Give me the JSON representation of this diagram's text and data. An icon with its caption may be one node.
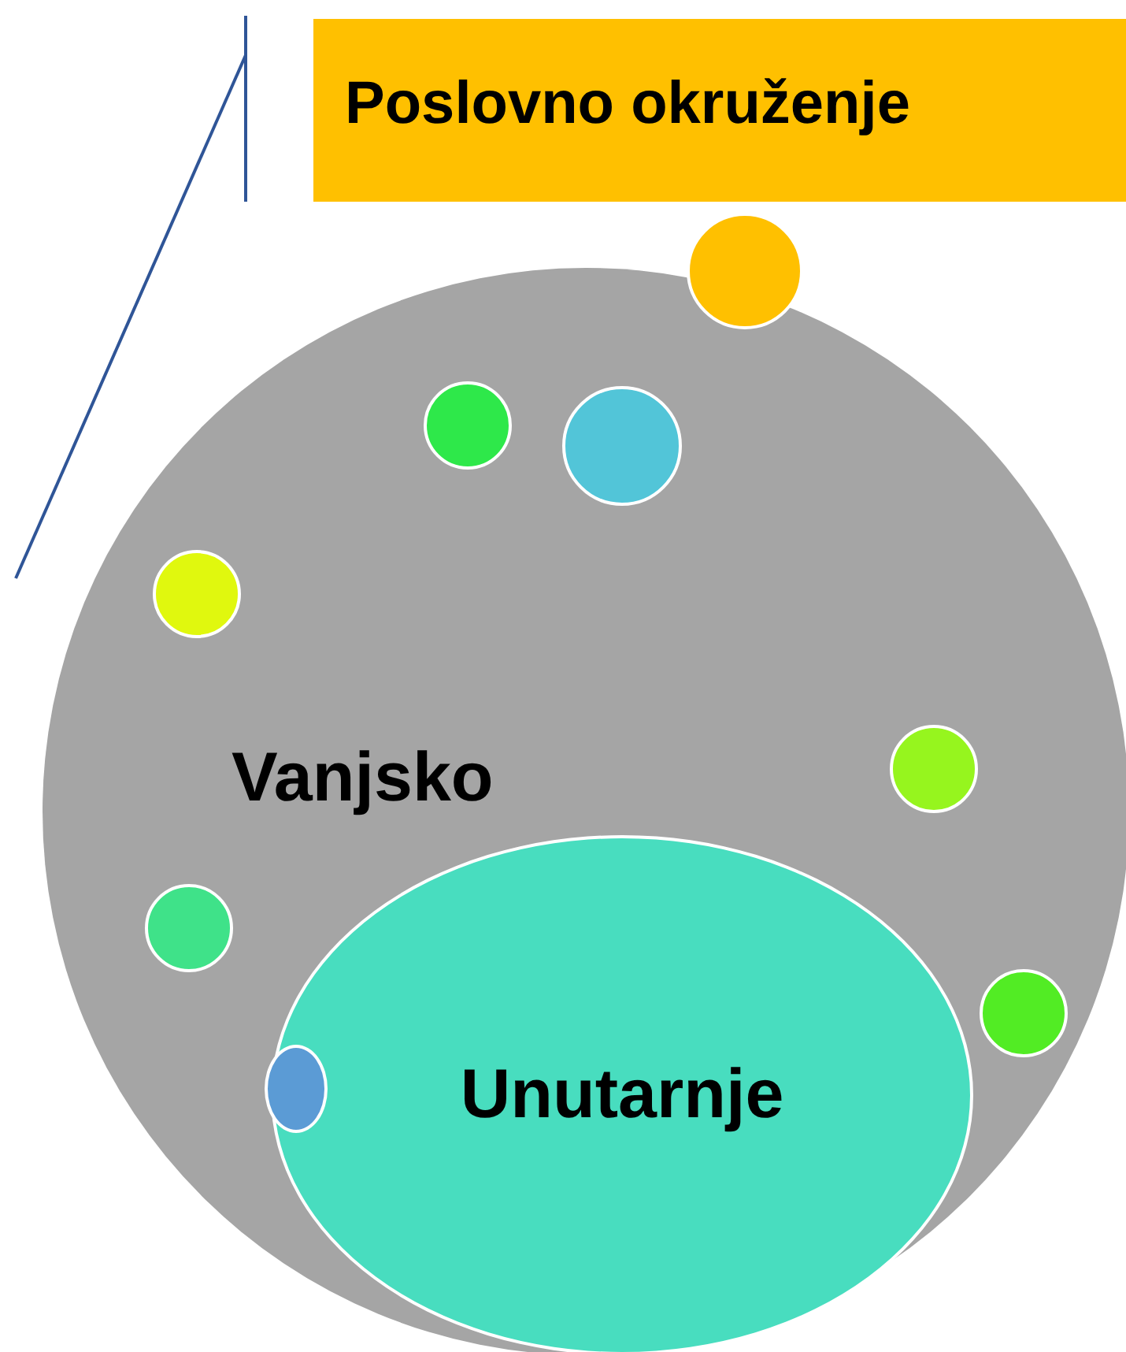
{
  "diagram": {
    "nodes": [
      {
        "text": [
          "Poslovno okruženje"
        ]
      },
      {
        "text": [],
        "shape": "circle"
      },
      {
        "text": [
          "Vanjsko"
        ]
      },
      {
        "text": [],
        "shape": "circle",
        "in": 2
      },
      {
        "text": [],
        "shape": "circle",
        "in": 2
      },
      {
        "text": [],
        "shape": "circle",
        "in": 2
      },
      {
        "text": [],
        "shape": "circle",
        "in": 2
      },
      {
        "text": [],
        "shape": "circle",
        "in": 2
      },
      {
        "text": [],
        "shape": "circle",
        "in": 2
      },
      {
        "text": [],
        "shape": "circle",
        "in": 2
      },
      {
        "text": [
          "Unutarnje"
        ],
        "in": 2
      }
    ],
    "edges": []
  }
}
